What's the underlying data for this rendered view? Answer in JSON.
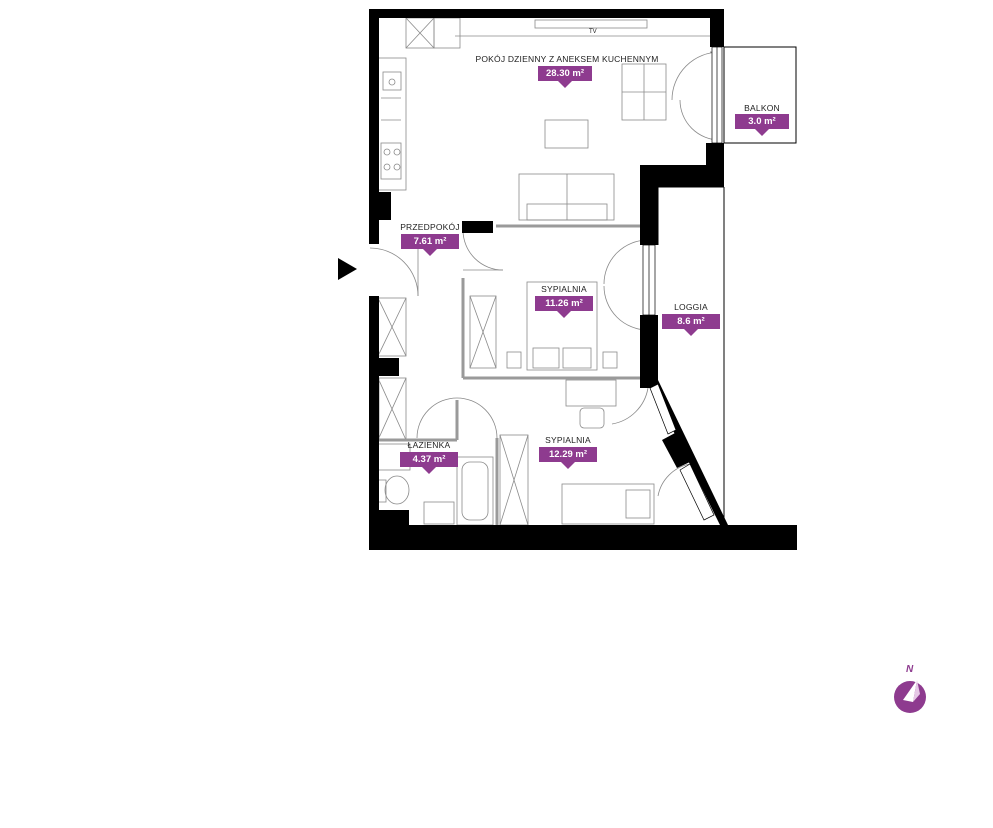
{
  "plan": {
    "rooms": [
      {
        "id": "living",
        "name": "POKÓJ DZIENNY Z ANEKSEM KUCHENNYM",
        "area": "28.30 m²"
      },
      {
        "id": "balcony",
        "name": "BALKON",
        "area": "3.0 m²"
      },
      {
        "id": "hall",
        "name": "PRZEDPOKÓJ",
        "area": "7.61 m²"
      },
      {
        "id": "bedroom1",
        "name": "SYPIALNIA",
        "area": "11.26 m²"
      },
      {
        "id": "loggia",
        "name": "LOGGIA",
        "area": "8.6 m²"
      },
      {
        "id": "bathroom",
        "name": "ŁAZIENKA",
        "area": "4.37 m²"
      },
      {
        "id": "bedroom2",
        "name": "SYPIALNIA",
        "area": "12.29 m²"
      }
    ],
    "tv_label": "TV",
    "compass_label": "N",
    "colors": {
      "accent": "#8e3b8f",
      "wall": "#000000",
      "line": "#9a9a9a"
    },
    "icons": [
      "entrance-arrow-icon",
      "compass-icon"
    ]
  }
}
